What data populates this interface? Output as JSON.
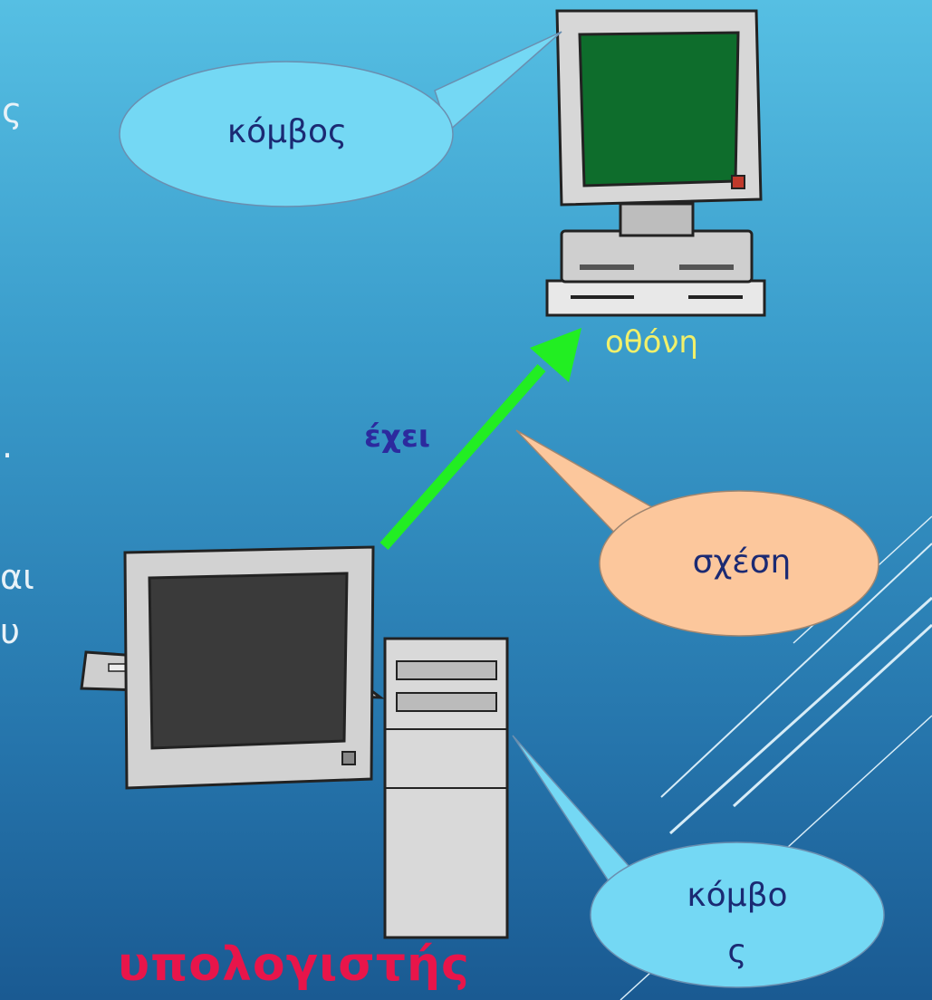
{
  "slide": {
    "edge_text": [
      "ς",
      ".",
      "αι",
      "υ"
    ]
  },
  "bubbles": {
    "top_node": "κόμβος",
    "relation": "σχέση",
    "bottom_node_line1": "κόμβο",
    "bottom_node_line2": "ς"
  },
  "labels": {
    "monitor": "οθόνη",
    "relation_verb": "έχει",
    "computer": "υπολογιστής"
  },
  "colors": {
    "node_bubble": "#74d8f4",
    "relation_bubble": "#fcc79c",
    "arrow": "#22ee22",
    "computer_label": "#e8154a",
    "monitor_label": "#f1f06a"
  }
}
